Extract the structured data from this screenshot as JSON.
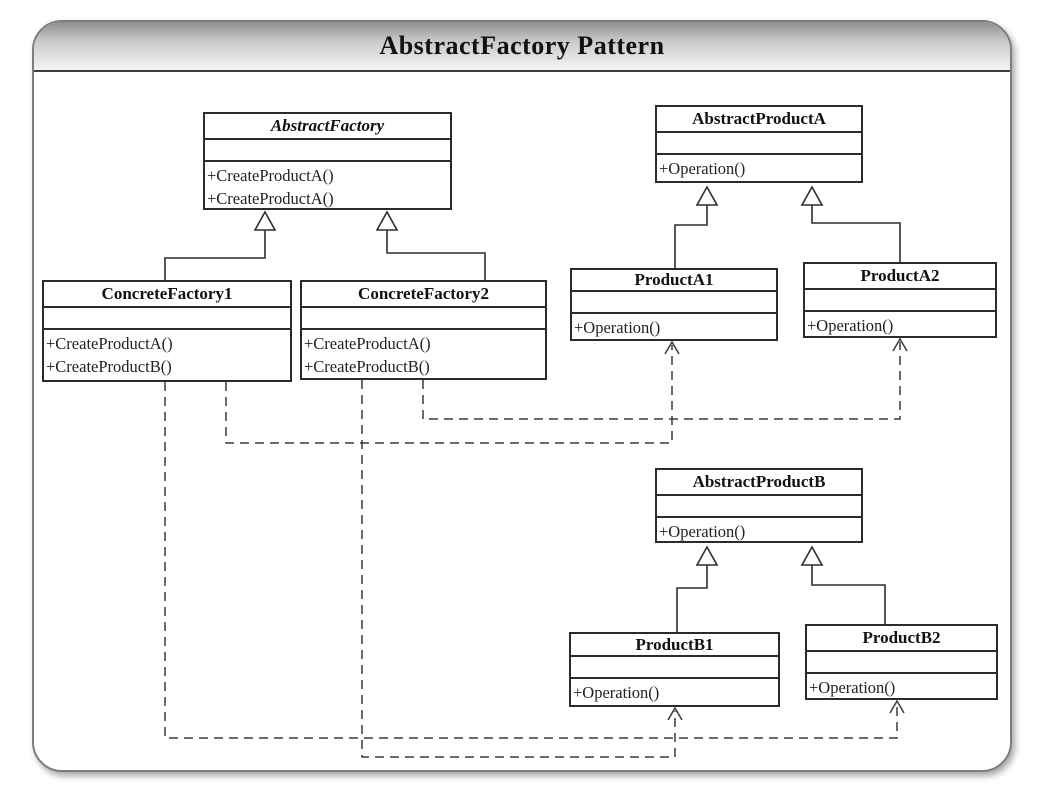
{
  "window": {
    "title": "AbstractFactory Pattern"
  },
  "diagram": {
    "pattern_name": "AbstractFactory",
    "classes": [
      {
        "id": "abstractfactory",
        "name": "AbstractFactory",
        "abstract": true,
        "methods": [
          "+CreateProductA()",
          "+CreateProductA()"
        ]
      },
      {
        "id": "concretefactory1",
        "name": "ConcreteFactory1",
        "abstract": false,
        "methods": [
          "+CreateProductA()",
          "+CreateProductB()"
        ]
      },
      {
        "id": "concretefactory2",
        "name": "ConcreteFactory2",
        "abstract": false,
        "methods": [
          "+CreateProductA()",
          "+CreateProductB()"
        ]
      },
      {
        "id": "abstractproducta",
        "name": "AbstractProductA",
        "abstract": false,
        "methods": [
          "+Operation()"
        ]
      },
      {
        "id": "producta1",
        "name": "ProductA1",
        "abstract": false,
        "methods": [
          "+Operation()"
        ]
      },
      {
        "id": "producta2",
        "name": "ProductA2",
        "abstract": false,
        "methods": [
          "+Operation()"
        ]
      },
      {
        "id": "abstractproductb",
        "name": "AbstractProductB",
        "abstract": false,
        "methods": [
          "+Operation()"
        ]
      },
      {
        "id": "productb1",
        "name": "ProductB1",
        "abstract": false,
        "methods": [
          "+Operation()"
        ]
      },
      {
        "id": "productb2",
        "name": "ProductB2",
        "abstract": false,
        "methods": [
          "+Operation()"
        ]
      }
    ],
    "relationships": [
      {
        "type": "inheritance",
        "from": "ConcreteFactory1",
        "to": "AbstractFactory"
      },
      {
        "type": "inheritance",
        "from": "ConcreteFactory2",
        "to": "AbstractFactory"
      },
      {
        "type": "inheritance",
        "from": "ProductA1",
        "to": "AbstractProductA"
      },
      {
        "type": "inheritance",
        "from": "ProductA2",
        "to": "AbstractProductA"
      },
      {
        "type": "inheritance",
        "from": "ProductB1",
        "to": "AbstractProductB"
      },
      {
        "type": "inheritance",
        "from": "ProductB2",
        "to": "AbstractProductB"
      },
      {
        "type": "dependency-dashed",
        "from": "ConcreteFactory1",
        "to": "ProductA1"
      },
      {
        "type": "dependency-dashed",
        "from": "ConcreteFactory2",
        "to": "ProductA2"
      },
      {
        "type": "dependency-dashed",
        "from": "ConcreteFactory1",
        "to": "ProductB2"
      },
      {
        "type": "dependency-dashed",
        "from": "ConcreteFactory2",
        "to": "ProductB1"
      }
    ]
  }
}
